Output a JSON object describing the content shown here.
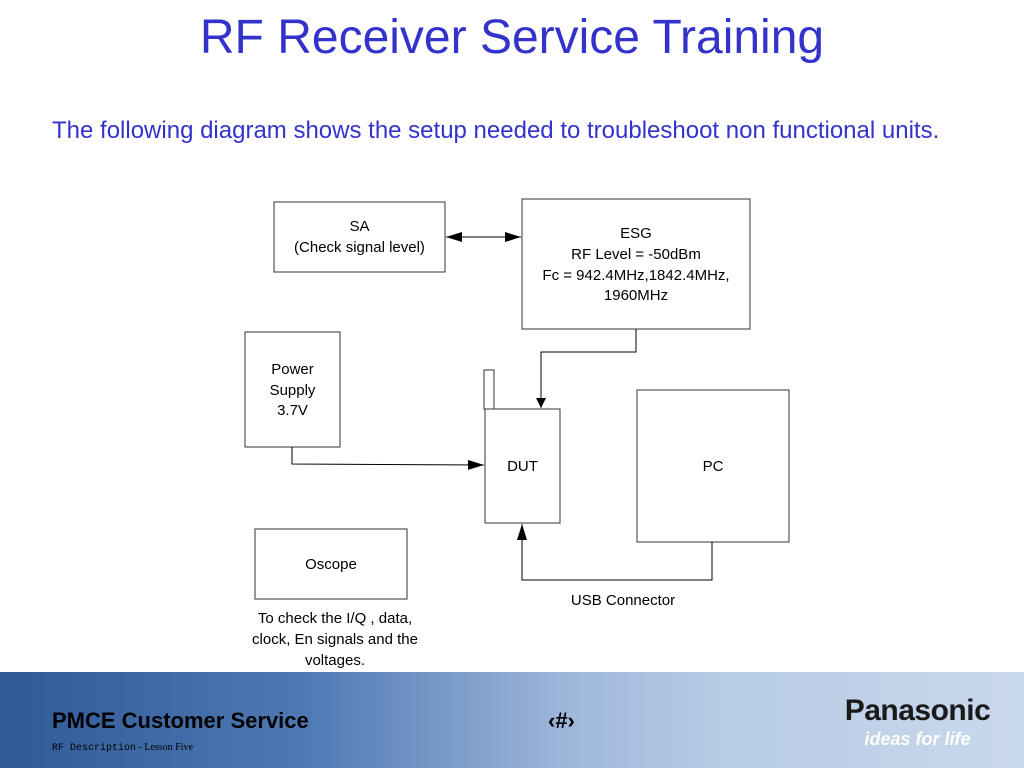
{
  "title": "RF Receiver Service Training",
  "intro": "The following diagram shows the setup needed to troubleshoot non functional units.",
  "diagram": {
    "sa": {
      "line1": "SA",
      "line2": "(Check signal level)"
    },
    "esg": {
      "line1": "ESG",
      "line2": "RF Level = -50dBm",
      "line3": "Fc = 942.4MHz,1842.4MHz,",
      "line4": "1960MHz"
    },
    "power": {
      "line1": "Power",
      "line2": "Supply",
      "line3": "3.7V"
    },
    "dut": "DUT",
    "pc": "PC",
    "oscope": "Oscope",
    "usb_label": "USB Connector",
    "oscope_note": {
      "line1": "To check the I/Q , data,",
      "line2": "clock, En signals and the",
      "line3": "voltages."
    }
  },
  "footer": {
    "left": "PMCE Customer Service",
    "page": "‹#›",
    "sub_mono": "RF Description",
    "sub_serif": " - Lesson Five",
    "brand": "Panasonic",
    "tagline": "ideas for life"
  },
  "colors": {
    "title": "#3333cc",
    "footer_dark": "#2f5a95",
    "footer_light": "#c9d8ec"
  }
}
